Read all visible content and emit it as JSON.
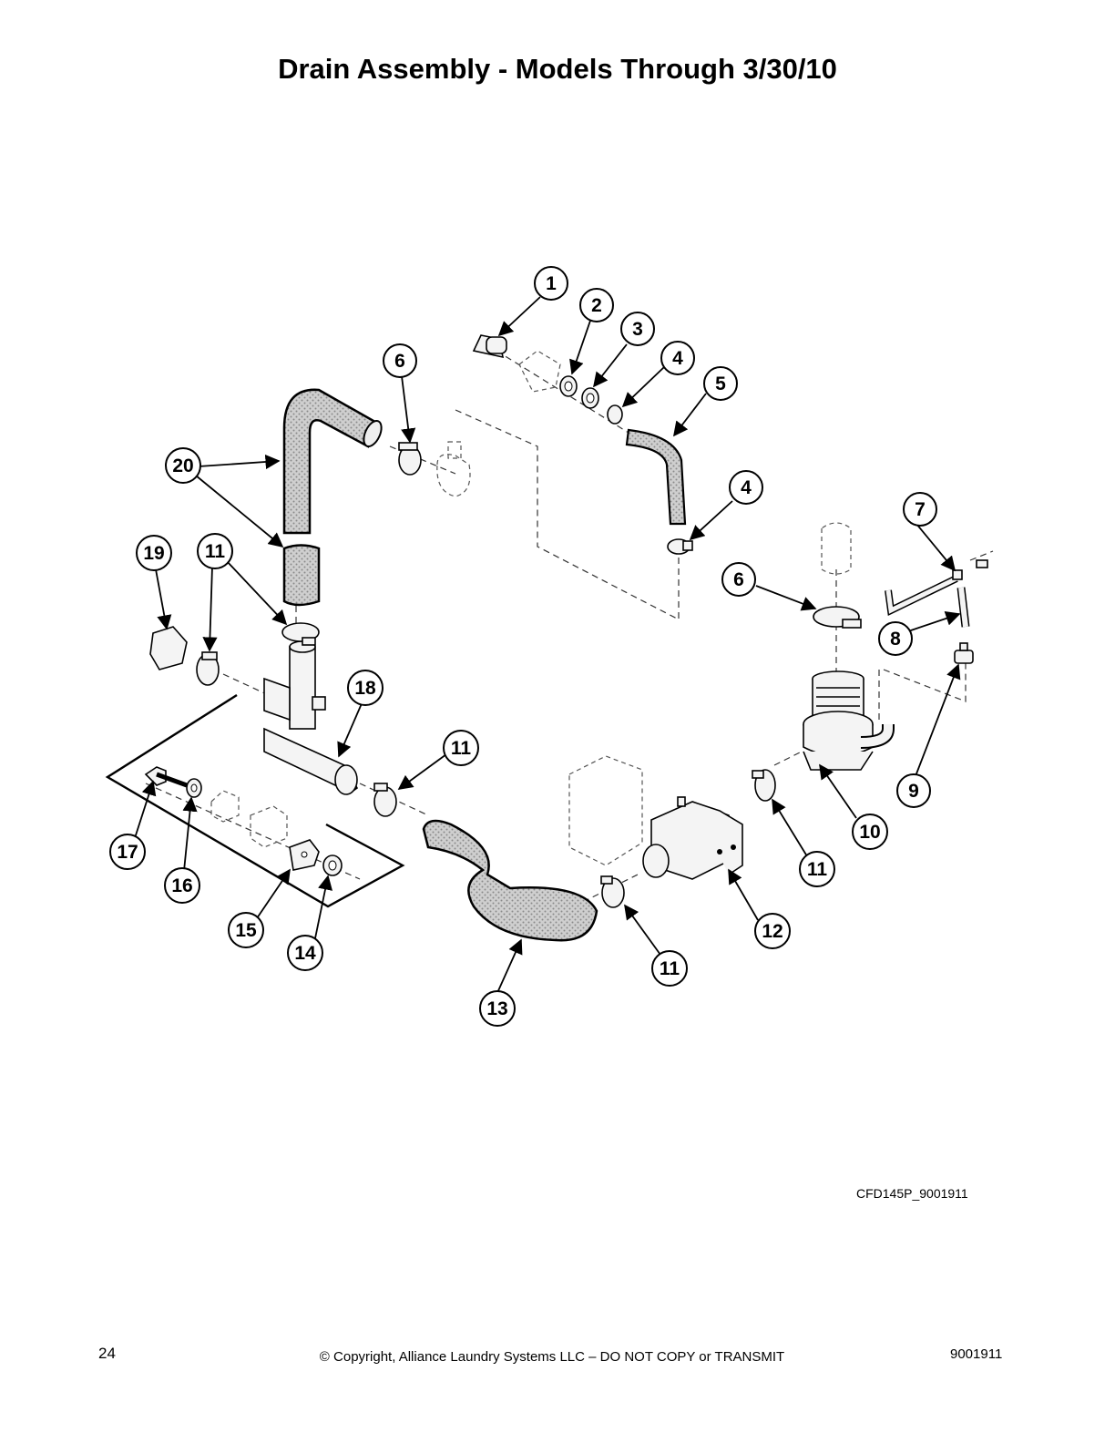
{
  "page": {
    "title": "Drain Assembly - Models Through 3/30/10",
    "figure_code": "CFD145P_9001911",
    "page_number": "24",
    "copyright": "© Copyright, Alliance Laundry Systems LLC – DO NOT COPY or TRANSMIT",
    "document_number": "9001911"
  },
  "callouts": [
    {
      "label": "1"
    },
    {
      "label": "2"
    },
    {
      "label": "3"
    },
    {
      "label": "4"
    },
    {
      "label": "5"
    },
    {
      "label": "6"
    },
    {
      "label": "4"
    },
    {
      "label": "7"
    },
    {
      "label": "6"
    },
    {
      "label": "8"
    },
    {
      "label": "9"
    },
    {
      "label": "10"
    },
    {
      "label": "11"
    },
    {
      "label": "12"
    },
    {
      "label": "11"
    },
    {
      "label": "13"
    },
    {
      "label": "14"
    },
    {
      "label": "15"
    },
    {
      "label": "16"
    },
    {
      "label": "17"
    },
    {
      "label": "11"
    },
    {
      "label": "18"
    },
    {
      "label": "19"
    },
    {
      "label": "11"
    },
    {
      "label": "20"
    }
  ]
}
